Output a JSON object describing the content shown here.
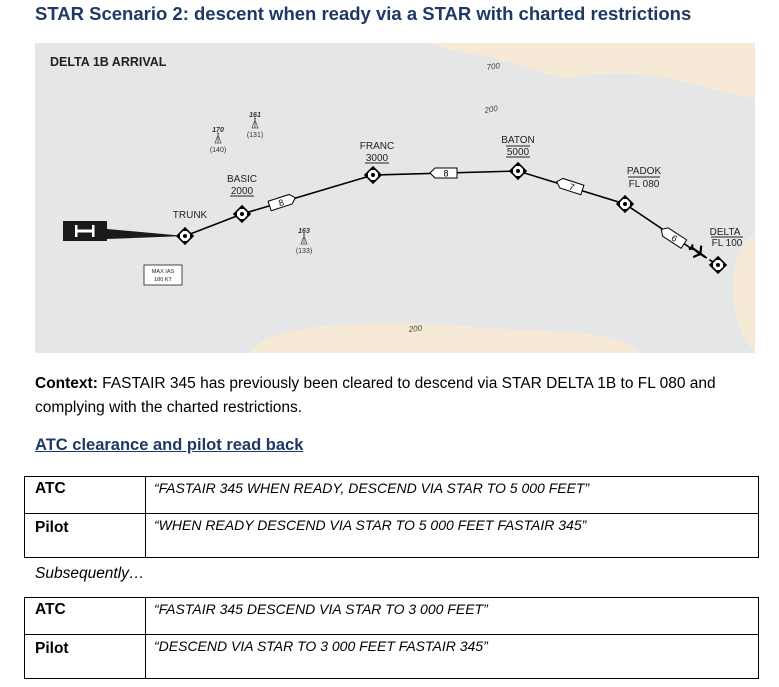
{
  "title": "STAR Scenario 2: descent when ready via a STAR with charted restrictions",
  "chart": {
    "arrival_name": "DELTA 1B ARRIVAL",
    "max_ias_line1": "MAX IAS",
    "max_ias_line2": "180 KT",
    "contours": {
      "c700": "700",
      "c200a": "200",
      "c200b": "200"
    },
    "waypoints": {
      "trunk": {
        "name": "TRUNK",
        "alt": ""
      },
      "basic": {
        "name": "BASIC",
        "alt": "2000"
      },
      "franc": {
        "name": "FRANC",
        "alt": "3000"
      },
      "baton": {
        "name": "BATON",
        "alt": "5000"
      },
      "padok": {
        "name": "PADOK",
        "alt": "FL 080"
      },
      "delta": {
        "name": "DELTA",
        "alt": "FL 100"
      }
    },
    "distances": {
      "d1": "8",
      "d2": "8",
      "d3": "7",
      "d4": "6"
    },
    "obstacles": {
      "o1": {
        "elev": "170",
        "height": "(140)"
      },
      "o2": {
        "elev": "161",
        "height": "(131)"
      },
      "o3": {
        "elev": "163",
        "height": "(133)"
      }
    }
  },
  "context": {
    "label": "Context:",
    "text": " FASTAIR 345 has previously been cleared to descend via STAR DELTA 1B to FL 080 and complying with the charted restrictions."
  },
  "section_heading": "ATC clearance and pilot read back",
  "exchange1": [
    {
      "speaker": "ATC",
      "message": "“FASTAIR 345 WHEN READY, DESCEND VIA STAR TO 5 000 FEET”"
    },
    {
      "speaker": "Pilot",
      "message": "“WHEN READY DESCEND VIA STAR TO 5 000 FEET FASTAIR 345”"
    }
  ],
  "subsequently": "Subsequently…",
  "exchange2": [
    {
      "speaker": "ATC",
      "message": "“FASTAIR 345 DESCEND VIA STAR TO 3 000 FEET”"
    },
    {
      "speaker": "Pilot",
      "message": "“DESCEND VIA STAR TO 3 000 FEET FASTAIR 345”"
    }
  ],
  "colors": {
    "heading": "#1f3864",
    "map_bg": "#e4e6e8",
    "terrain": "#f6ead6"
  }
}
